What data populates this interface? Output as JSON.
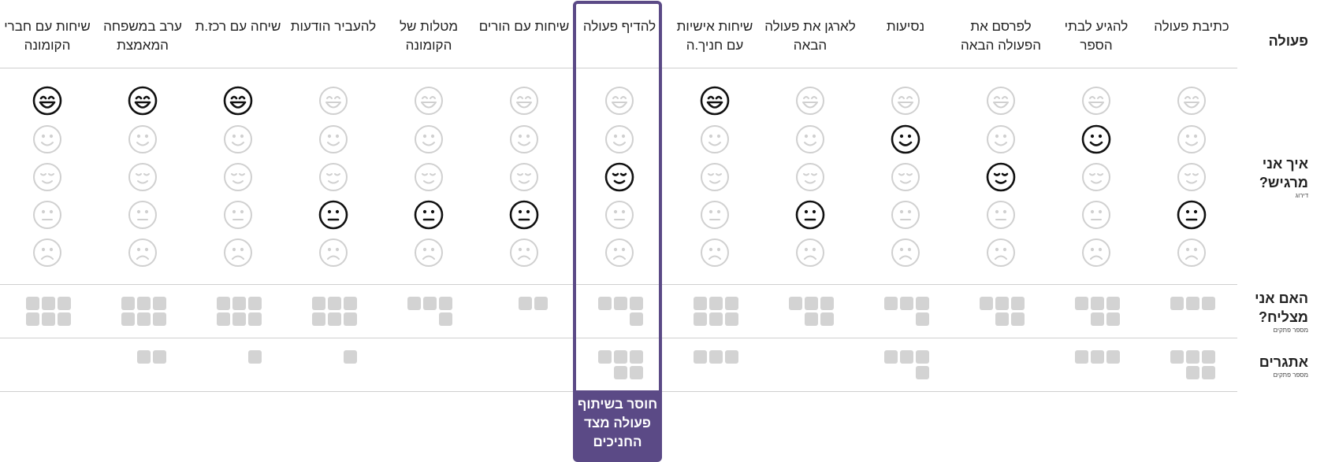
{
  "row_labels": {
    "action": "פעולה",
    "feeling": {
      "main": "איך אני מרגיש?",
      "sub": "דירוג"
    },
    "success": {
      "main": "האם אני מצליח?",
      "sub": "מספר פתקים"
    },
    "challenges": {
      "main": "אתגרים",
      "sub": "מספר פתקים"
    }
  },
  "feeling_scale": [
    "very-happy",
    "happy",
    "content",
    "neutral",
    "sad"
  ],
  "columns": [
    {
      "title": "כתיבת פעולה",
      "feeling": 3,
      "success": 3,
      "challenges": 5
    },
    {
      "title": "להגיע לבתי הספר",
      "feeling": 1,
      "success": 5,
      "challenges": 3
    },
    {
      "title": "לפרסם את הפעולה הבאה",
      "feeling": 2,
      "success": 5,
      "challenges": 0
    },
    {
      "title": "נסיעות",
      "feeling": 1,
      "success": 4,
      "challenges": 4
    },
    {
      "title": "לארגן את פעולה הבאה",
      "feeling": 3,
      "success": 5,
      "challenges": 0
    },
    {
      "title": "שיחות אישיות עם חניך.ה",
      "feeling": 0,
      "success": 6,
      "challenges": 3
    },
    {
      "title": "להדיף פעולה",
      "feeling": 2,
      "success": 4,
      "challenges": 5,
      "highlighted": true
    },
    {
      "title": "שיחות עם הורים",
      "feeling": 3,
      "success": 2,
      "challenges": 0
    },
    {
      "title": "מטלות של הקומונה",
      "feeling": 3,
      "success": 4,
      "challenges": 0
    },
    {
      "title": "להעביר הודעות",
      "feeling": 3,
      "success": 6,
      "challenges": 1
    },
    {
      "title": "שיחה עם רכז.ת",
      "feeling": 0,
      "success": 6,
      "challenges": 1
    },
    {
      "title": "ערב במשפחה המאמצת",
      "feeling": 0,
      "success": 6,
      "challenges": 2
    },
    {
      "title": "שיחות עם חברי הקומונה",
      "feeling": 0,
      "success": 6,
      "challenges": 0
    }
  ],
  "highlight_note": "חוסר בשיתוף פעולה מצד החניכים",
  "colors": {
    "highlight": "#5b4a86",
    "selected_face": "#111111",
    "faded_face": "#d0d0d0",
    "note_block": "#d3d3d3"
  }
}
